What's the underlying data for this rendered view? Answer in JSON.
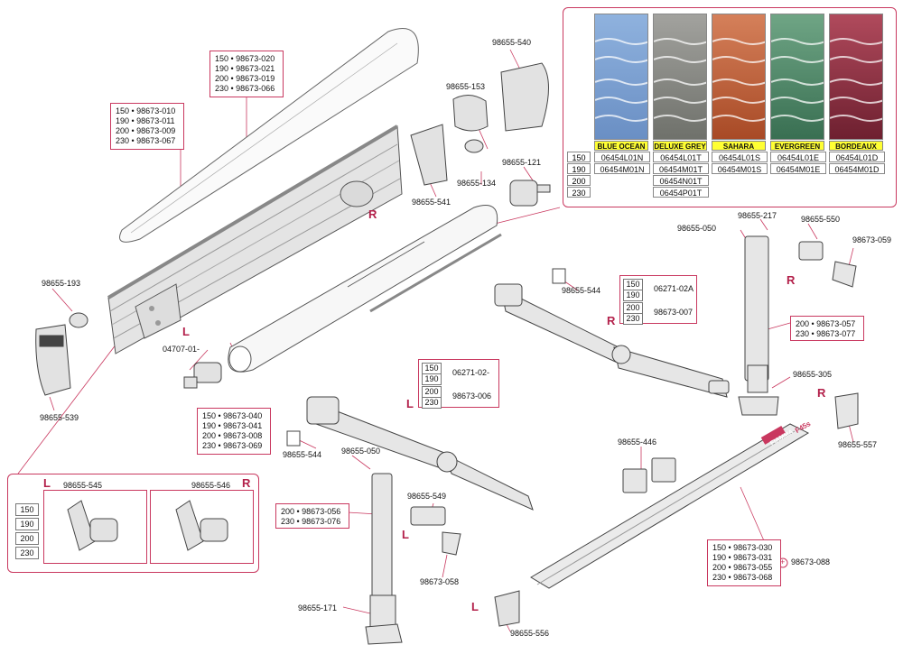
{
  "colors": {
    "accent": "#c9385f",
    "swatches": [
      "#7ea3d3",
      "#8a8a86",
      "#c0603a",
      "#4f8a67",
      "#8e3040"
    ]
  },
  "labels": {
    "p020": [
      "150 • 98673-020",
      "190 • 98673-021",
      "200 • 98673-019",
      "230 • 98673-066"
    ],
    "p010": [
      "150 • 98673-010",
      "190 • 98673-011",
      "200 • 98673-009",
      "230 • 98673-067"
    ],
    "p040": [
      "150 • 98673-040",
      "190 • 98673-041",
      "200 • 98673-008",
      "230 • 98673-069"
    ],
    "p057": [
      "200 • 98673-057",
      "230 • 98673-077"
    ],
    "p056": [
      "200 • 98673-056",
      "230 • 98673-076"
    ],
    "p030": [
      "150 • 98673-030",
      "190 • 98673-031",
      "200 • 98673-055",
      "230 • 98673-068"
    ],
    "n540": "98655-540",
    "n153": "98655-153",
    "n134": "98655-134",
    "n121": "98655-121",
    "n541": "98655-541",
    "n193": "98655-193",
    "n539": "98655-539",
    "n04707": "04707-01-",
    "n544a": "98655-544",
    "n544b": "98655-544",
    "n050a": "98655-050",
    "n217": "98655-217",
    "n550": "98655-550",
    "n059": "98673-059",
    "n305": "98655-305",
    "n557": "98655-557",
    "n446": "98655-446",
    "n050b": "98655-050",
    "n549": "98655-549",
    "n058": "98673-058",
    "n171": "98655-171",
    "n556": "98655-556",
    "n088": "98673-088",
    "n545": "98655-545",
    "n546": "98655-546",
    "arm_r_a": "06271-02A",
    "arm_r_b": "98673-007",
    "arm_l_a": "06271-02-",
    "arm_l_b": "98673-006",
    "plus": "+",
    "R": "R",
    "L": "L"
  },
  "arm_sizes": [
    "150",
    "190",
    "200",
    "230"
  ],
  "panel_sizes": [
    "150",
    "190",
    "200",
    "230"
  ],
  "fabric": {
    "names": [
      "BLUE OCEAN",
      "DELUXE GREY",
      "SAHARA",
      "EVERGREEN",
      "BORDEAUX"
    ],
    "sizes": [
      "150",
      "190",
      "200",
      "230"
    ],
    "codes": [
      [
        "06454L01N",
        "06454M01N"
      ],
      [
        "06454L01T",
        "06454M01T",
        "06454N01T",
        "06454P01T"
      ],
      [
        "06454L01S",
        "06454M01S"
      ],
      [
        "06454L01E",
        "06454M01E"
      ],
      [
        "06454L01D",
        "06454M01D"
      ]
    ]
  },
  "brand": {
    "logo": "FIAMMA",
    "model": "F45s"
  }
}
